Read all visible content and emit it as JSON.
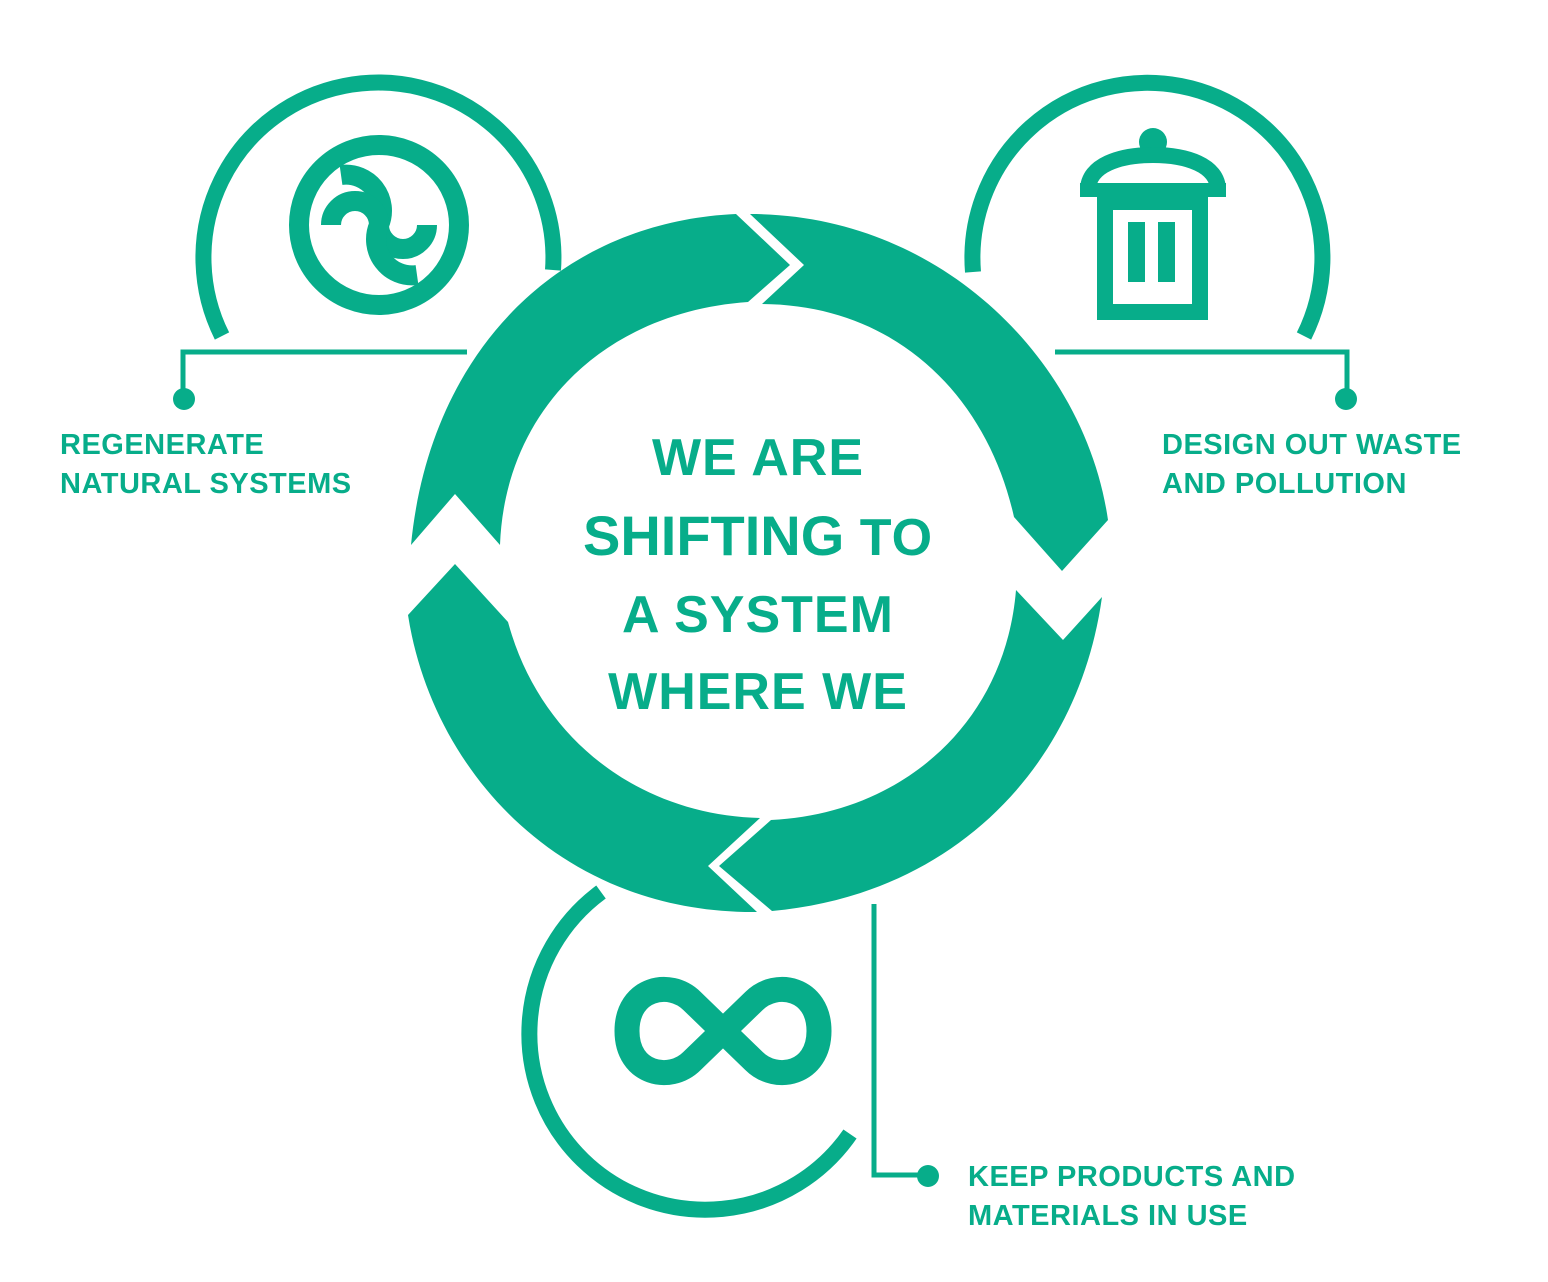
{
  "colors": {
    "accent": "#07ad8a",
    "background": "#ffffff"
  },
  "center": {
    "line1": "WE ARE",
    "line2_emphasis": "SHIFTING",
    "line2_rest": " TO",
    "line3": "A SYSTEM",
    "line4": "WHERE WE"
  },
  "principles": [
    {
      "line1": "REGENERATE",
      "line2": "NATURAL SYSTEMS",
      "icon": "regenerate-swirl-icon"
    },
    {
      "line1": "DESIGN OUT WASTE",
      "line2": "AND POLLUTION",
      "icon": "trash-bin-icon"
    },
    {
      "line1": "KEEP PRODUCTS AND",
      "line2": "MATERIALS IN USE",
      "icon": "infinity-icon"
    }
  ]
}
